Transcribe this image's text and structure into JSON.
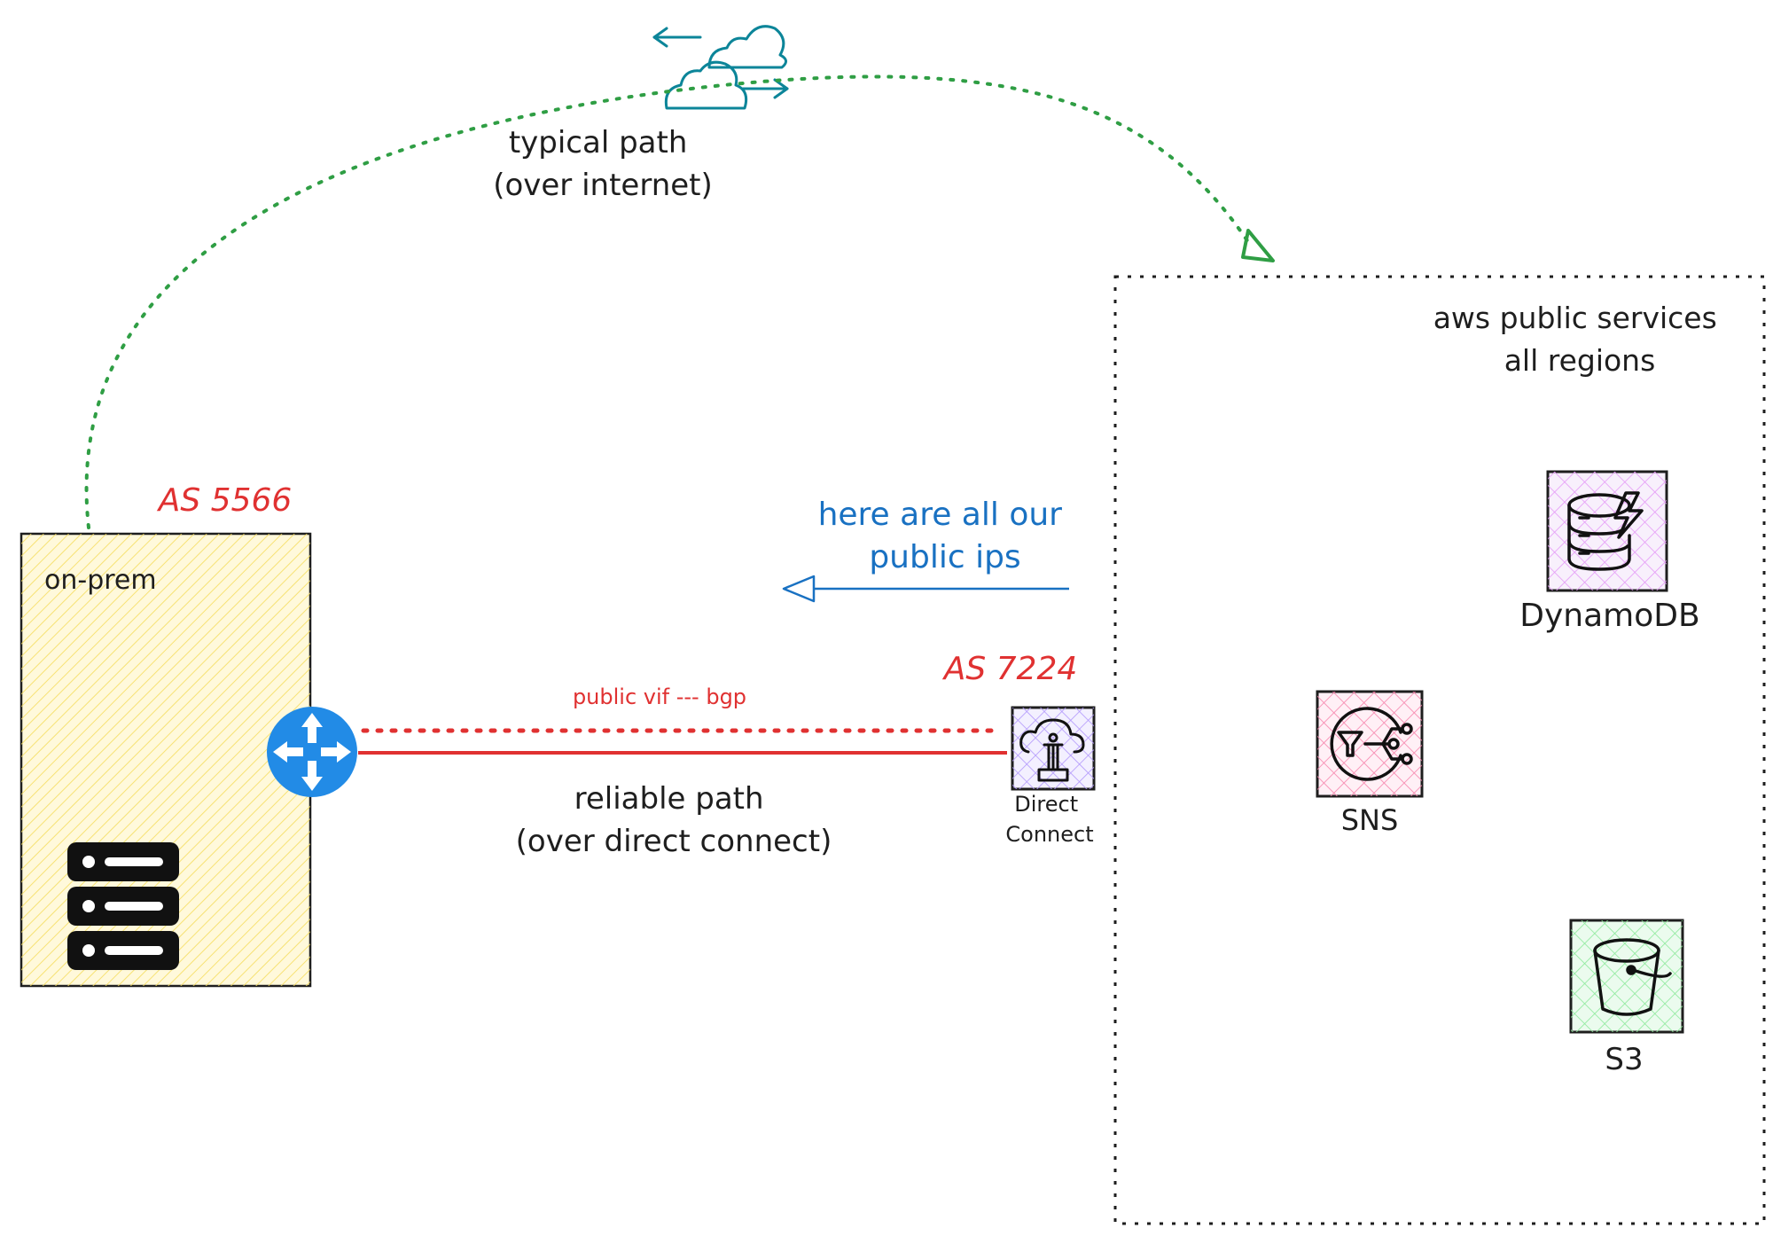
{
  "labels": {
    "internet_path": [
      "typical path",
      "(over internet)"
    ],
    "aws_region": [
      "aws public services",
      "all regions"
    ],
    "onprem_as": "AS 5566",
    "onprem_box": "on-prem",
    "advertise": [
      "here are all our",
      "public ips"
    ],
    "dx_as": "AS 7224",
    "vif": "public vif --- bgp",
    "direct_path": [
      "reliable path",
      "(over direct connect)"
    ],
    "direct_connect": [
      "Direct",
      "Connect"
    ],
    "sns": "SNS",
    "dynamodb": "DynamoDB",
    "s3": "S3"
  },
  "colors": {
    "ink": "#1e1e1e",
    "red": "#e03131",
    "blue": "#1971c2",
    "green": "#2f9e44",
    "teal": "#0c8599",
    "onprem_fill": "#ffec99",
    "router": "#228be6",
    "dx_fill": "#d0bfff",
    "sns_fill": "#fcc2d7",
    "dynamo_fill": "#eebefa",
    "s3_fill": "#b2f2bb"
  },
  "icons": {
    "cloud": "internet-cloud-icon",
    "router": "router-icon",
    "server": "server-rack-icon",
    "direct_connect": "direct-connect-icon",
    "sns": "sns-icon",
    "dynamodb": "dynamodb-icon",
    "s3": "s3-bucket-icon"
  }
}
